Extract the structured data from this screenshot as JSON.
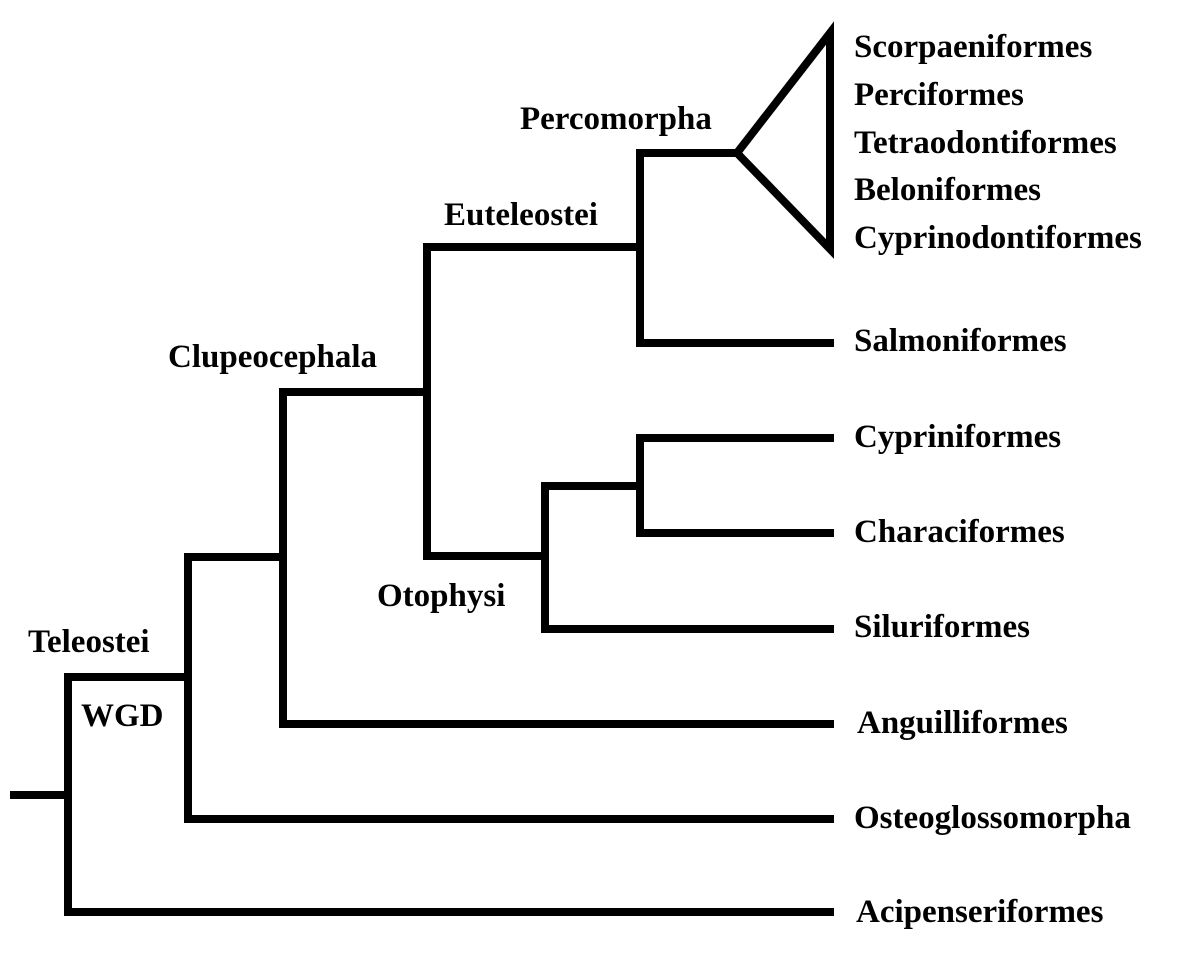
{
  "tree": {
    "clade_labels": {
      "teleostei": "Teleostei",
      "wgd": "WGD",
      "clupeocephala": "Clupeocephala",
      "euteleostei": "Euteleostei",
      "percomorpha": "Percomorpha",
      "otophysi": "Otophysi"
    },
    "percomorpha_taxa": [
      "Scorpaeniformes",
      "Perciformes",
      "Tetraodontiformes",
      "Beloniformes",
      "Cyprinodontiformes"
    ],
    "taxa": {
      "salmoniformes": "Salmoniformes",
      "cypriniformes": "Cypriniformes",
      "characiformes": "Characiformes",
      "siluriformes": "Siluriformes",
      "anguilliformes": "Anguilliformes",
      "osteoglossomorpha": "Osteoglossomorpha",
      "acipenseriformes": "Acipenseriformes"
    }
  }
}
